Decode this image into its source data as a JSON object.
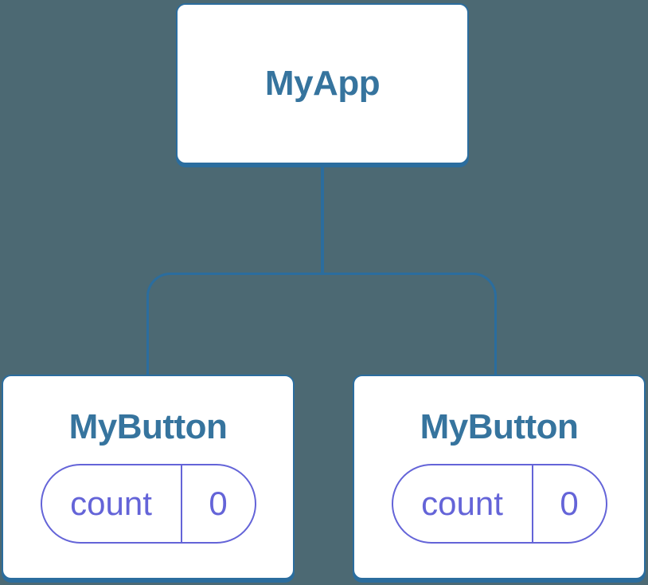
{
  "diagram": {
    "kind": "component-tree",
    "root": {
      "label": "MyApp"
    },
    "children": [
      {
        "label": "MyButton",
        "state": {
          "key": "count",
          "value": "0"
        }
      },
      {
        "label": "MyButton",
        "state": {
          "key": "count",
          "value": "0"
        }
      }
    ]
  },
  "colors": {
    "background": "#4c6973",
    "connector_line": "#2b6d9e",
    "card_background": "#ffffff",
    "card_title": "#36749e",
    "state_accent": "#6464d8"
  }
}
